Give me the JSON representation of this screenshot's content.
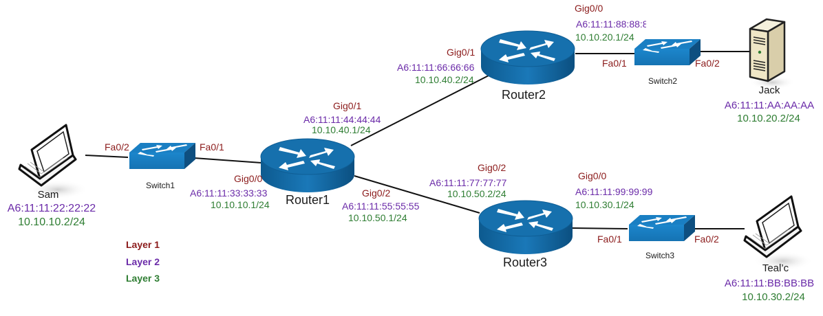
{
  "legend": {
    "layer1": {
      "label": "Layer 1",
      "color": "#8b1a1a"
    },
    "layer2": {
      "label": "Layer 2",
      "color": "#6a2aa8"
    },
    "layer3": {
      "label": "Layer 3",
      "color": "#2e7d32"
    }
  },
  "hosts": {
    "sam": {
      "name": "Sam",
      "mac": "A6:11:11:22:22:22",
      "ip": "10.10.10.2/24",
      "icon": "laptop-icon"
    },
    "jack": {
      "name": "Jack",
      "mac": "A6:11:11:AA:AA:AA",
      "ip": "10.10.20.2/24",
      "icon": "server-icon"
    },
    "tealc": {
      "name": "Teal’c",
      "mac": "A6:11:11:BB:BB:BB",
      "ip": "10.10.30.2/24",
      "icon": "laptop-icon"
    }
  },
  "switches": {
    "switch1": {
      "name": "Switch1",
      "port_a": "Fa0/2",
      "port_b": "Fa0/1",
      "icon": "switch-icon"
    },
    "switch2": {
      "name": "Switch2",
      "port_a": "Fa0/1",
      "port_b": "Fa0/2",
      "icon": "switch-icon"
    },
    "switch3": {
      "name": "Switch3",
      "port_a": "Fa0/1",
      "port_b": "Fa0/2",
      "icon": "switch-icon"
    }
  },
  "routers": {
    "router1": {
      "name": "Router1",
      "icon": "router-icon",
      "gig0_0": {
        "port": "Gig0/0",
        "mac": "A6:11:11:33:33:33",
        "ip": "10.10.10.1/24"
      },
      "gig0_1": {
        "port": "Gig0/1",
        "mac": "A6:11:11:44:44:44",
        "ip": "10.10.40.1/24"
      },
      "gig0_2": {
        "port": "Gig0/2",
        "mac": "A6:11:11:55:55:55",
        "ip": "10.10.50.1/24"
      }
    },
    "router2": {
      "name": "Router2",
      "icon": "router-icon",
      "gig0_1": {
        "port": "Gig0/1",
        "mac": "A6:11:11:66:66:66",
        "ip": "10.10.40.2/24"
      },
      "gig0_0": {
        "port": "Gig0/0",
        "mac": "A6:11:11:88:88:8",
        "ip": "10.10.20.1/24"
      }
    },
    "router3": {
      "name": "Router3",
      "icon": "router-icon",
      "gig0_2": {
        "port": "Gig0/2",
        "mac": "A6:11:11:77:77:77",
        "ip": "10.10.50.2/24"
      },
      "gig0_0": {
        "port": "Gig0/0",
        "mac": "A6:11:11:99:99:99",
        "ip": "10.10.30.1/24"
      }
    }
  }
}
